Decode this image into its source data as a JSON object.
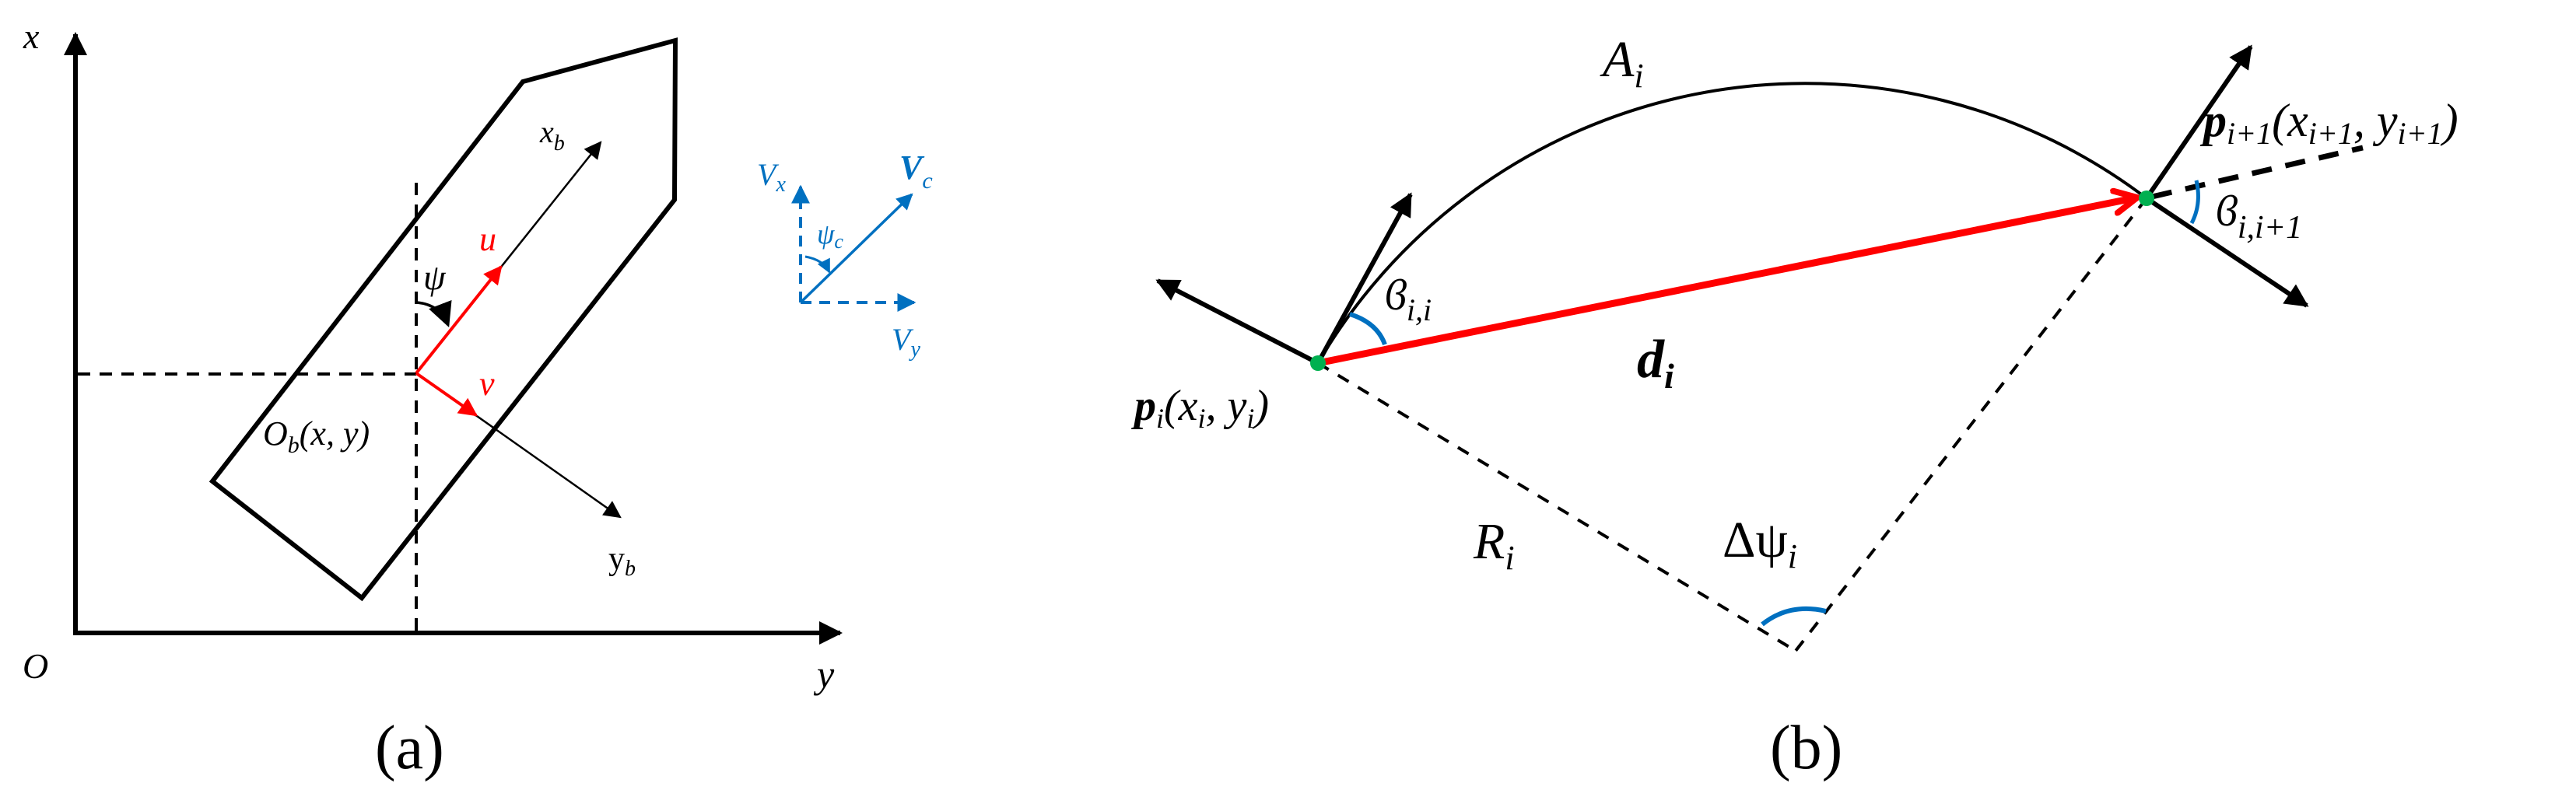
{
  "figure": {
    "colors": {
      "black": "#000000",
      "red": "#FF0000",
      "blue": "#0070C0",
      "green": "#00B050"
    },
    "panel_a": {
      "caption": "(a)",
      "axis_x_label": "x",
      "axis_y_label": "y",
      "origin_label": "O",
      "body_x_axis_label": {
        "main": "x",
        "sub": "b"
      },
      "body_y_axis_label": {
        "main": "y",
        "sub": "b"
      },
      "surge_label": "u",
      "sway_label": "v",
      "heading_label": "ψ",
      "body_origin_label": {
        "main": "O",
        "sub": "b",
        "args": "(x, y)"
      },
      "current_inset": {
        "vx_label": {
          "main": "V",
          "sub": "x"
        },
        "vy_label": {
          "main": "V",
          "sub": "y"
        },
        "vc_label": {
          "main": "V",
          "sub": "c"
        },
        "psi_c_label": {
          "main": "ψ",
          "sub": "c"
        }
      }
    },
    "panel_b": {
      "caption": "(b)",
      "arc_label": {
        "main": "A",
        "sub": "i"
      },
      "chord_label": {
        "main": "d",
        "sub": "i"
      },
      "radius_label": {
        "main": "R",
        "sub": "i"
      },
      "delta_psi_label": {
        "main": "Δψ",
        "sub": "i"
      },
      "point_i_label": {
        "main": "p",
        "sub": "i",
        "open": "(",
        "x": "x",
        "xsub": "i",
        "comma": ", ",
        "y": "y",
        "ysub": "i",
        "close": ")"
      },
      "point_i1_label": {
        "main": "p",
        "sub": "i+1",
        "open": "(",
        "x": "x",
        "xsub": "i+1",
        "comma": ", ",
        "y": "y",
        "ysub": "i+1",
        "close": ")"
      },
      "angle_i_label": {
        "main": "ϐ",
        "sub": "i,i"
      },
      "angle_i1_label": {
        "main": "ϐ",
        "sub": "i,i+1"
      }
    }
  }
}
